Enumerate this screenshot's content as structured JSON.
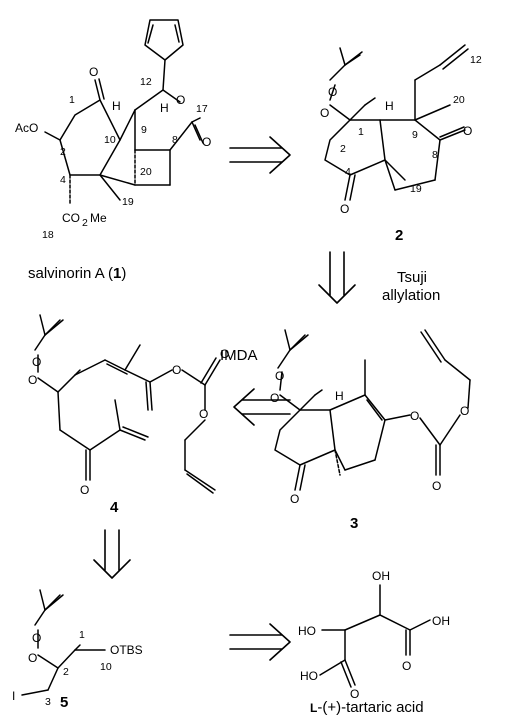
{
  "compounds": {
    "salvinorin": {
      "name": "salvinorin A (",
      "number": "1",
      "close": ")"
    },
    "c2": {
      "number": "2"
    },
    "c3": {
      "number": "3"
    },
    "c4": {
      "number": "4"
    },
    "c5": {
      "number": "5"
    },
    "tartaric": {
      "prefix": "L",
      "name": "-(+)-tartaric acid"
    }
  },
  "reactions": {
    "tsuji_line1": "Tsuji",
    "tsuji_line2": "allylation",
    "imda": "IMDA"
  },
  "atoms": {
    "O": "O",
    "H": "H",
    "AcO": "AcO",
    "OTBS": "OTBS",
    "I": "I",
    "HO": "HO",
    "OH": "OH",
    "CO2Me_a": "CO",
    "CO2Me_b": "2",
    "CO2Me_c": "Me"
  },
  "numbering": {
    "s": [
      "1",
      "2",
      "4",
      "10",
      "9",
      "8",
      "12",
      "17",
      "19",
      "20",
      "18"
    ],
    "c2": [
      "12",
      "20",
      "9",
      "8",
      "1",
      "2",
      "4",
      "19"
    ],
    "c5": [
      "1",
      "2",
      "10",
      "3"
    ]
  }
}
